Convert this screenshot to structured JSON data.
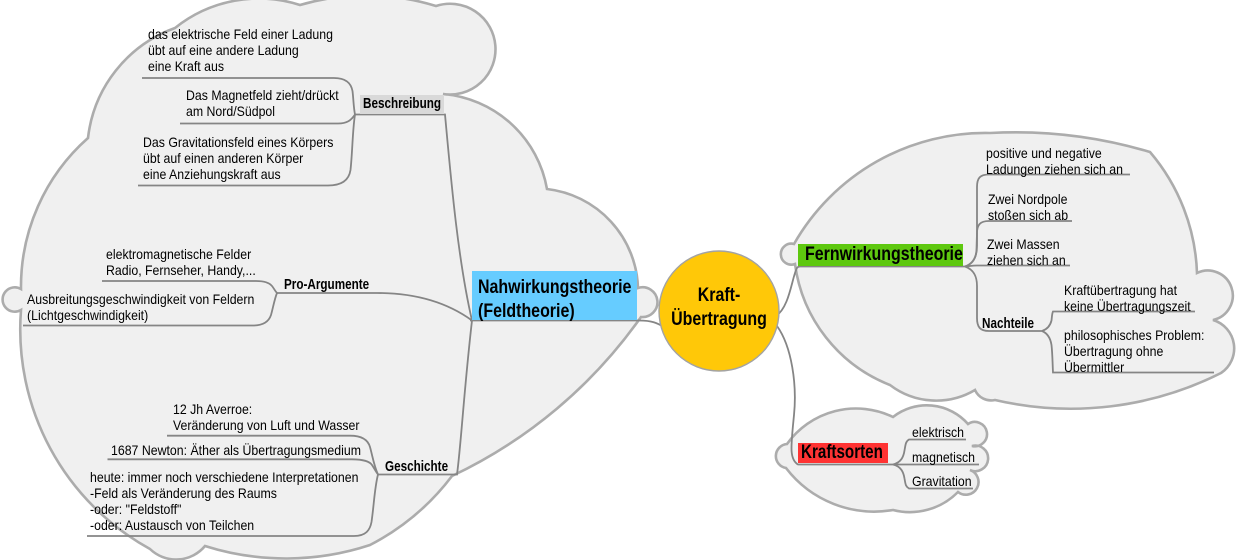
{
  "map": {
    "root": {
      "label": "Kraft-\nÜbertragung"
    },
    "left": {
      "label": "Nahwirkungstheorie\n(Feldtheorie)",
      "beschreibung": {
        "label": "Beschreibung",
        "items": [
          "das elektrische Feld einer Ladung\nübt auf eine andere Ladung\neine Kraft aus",
          "Das Magnetfeld zieht/drückt\nam Nord/Südpol",
          "Das Gravitationsfeld eines Körpers\nübt auf einen anderen Körper\neine Anziehungskraft aus"
        ]
      },
      "pro_argumente": {
        "label": "Pro-Argumente",
        "items": [
          "elektromagnetische Felder\nRadio, Fernseher, Handy,...",
          "Ausbreitungsgeschwindigkeit von Feldern\n(Lichtgeschwindigkeit)"
        ]
      },
      "geschichte": {
        "label": "Geschichte",
        "items": [
          "12 Jh Averroe:\nVeränderung von Luft und Wasser",
          "1687 Newton: Äther als Übertragungsmedium",
          "heute: immer noch verschiedene Interpretationen\n-Feld als Veränderung des Raums\n-oder: \"Feldstoff\"\n-oder: Austausch von Teilchen"
        ]
      }
    },
    "right": {
      "fernwirkungstheorie": {
        "label": "Fernwirkungstheorie",
        "items": [
          "positive und negative\nLadungen ziehen sich an",
          "Zwei Nordpole\nstoßen sich ab",
          "Zwei Massen\nziehen sich an"
        ],
        "nachteile": {
          "label": "Nachteile",
          "items": [
            "Kraftübertragung hat\nkeine Übertragungszeit",
            "philosophisches Problem:\nÜbertragung ohne\nÜbermittler"
          ]
        }
      },
      "kraftsorten": {
        "label": "Kraftsorten",
        "items": [
          "elektrisch",
          "magnetisch",
          "Gravitation"
        ]
      }
    }
  },
  "colors": {
    "root_fill": "#FFC808",
    "root_stroke": "#A3A3A3",
    "left_main_fill": "#66CCFF",
    "right_main_fill": "#5EC80F",
    "kraftsorten_fill": "#FF3333",
    "label_fill": "#D9D9D9",
    "cloud_fill": "#F0F0F0",
    "cloud_stroke": "#ACACAC",
    "edge_stroke": "#858585",
    "text_color": "#000000",
    "background": "#FFFFFF"
  }
}
